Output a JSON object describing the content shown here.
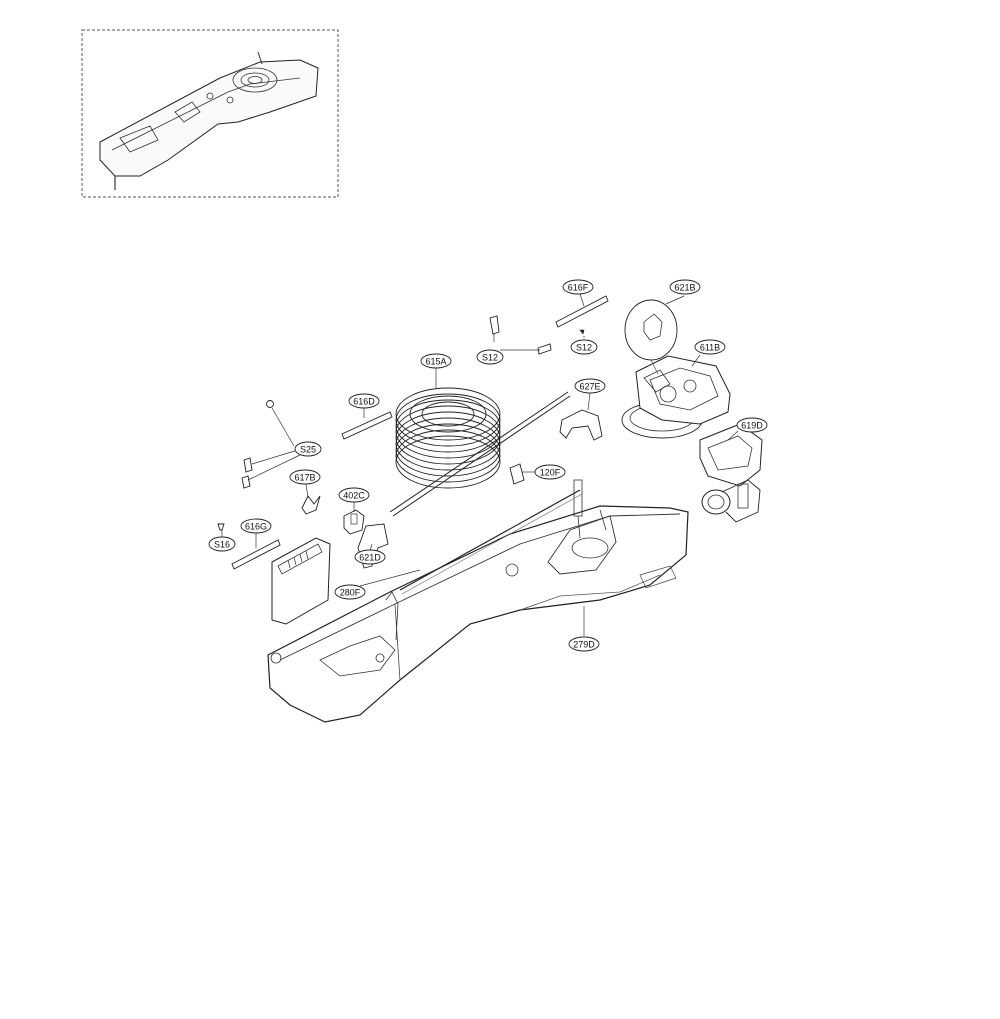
{
  "diagram": {
    "callouts": [
      {
        "id": "c-616F",
        "label": "616F"
      },
      {
        "id": "c-621B",
        "label": "621B"
      },
      {
        "id": "c-S12a",
        "label": "S12"
      },
      {
        "id": "c-S12b",
        "label": "S12"
      },
      {
        "id": "c-611B",
        "label": "611B"
      },
      {
        "id": "c-615A",
        "label": "615A"
      },
      {
        "id": "c-616D",
        "label": "616D"
      },
      {
        "id": "c-627E",
        "label": "627E"
      },
      {
        "id": "c-619D",
        "label": "619D"
      },
      {
        "id": "c-S25",
        "label": "S25"
      },
      {
        "id": "c-120F",
        "label": "120F"
      },
      {
        "id": "c-617B",
        "label": "617B"
      },
      {
        "id": "c-402C",
        "label": "402C"
      },
      {
        "id": "c-616G",
        "label": "616G"
      },
      {
        "id": "c-S16",
        "label": "S16"
      },
      {
        "id": "c-621D",
        "label": "621D"
      },
      {
        "id": "c-280F",
        "label": "280F"
      },
      {
        "id": "c-279D",
        "label": "279D"
      }
    ]
  }
}
